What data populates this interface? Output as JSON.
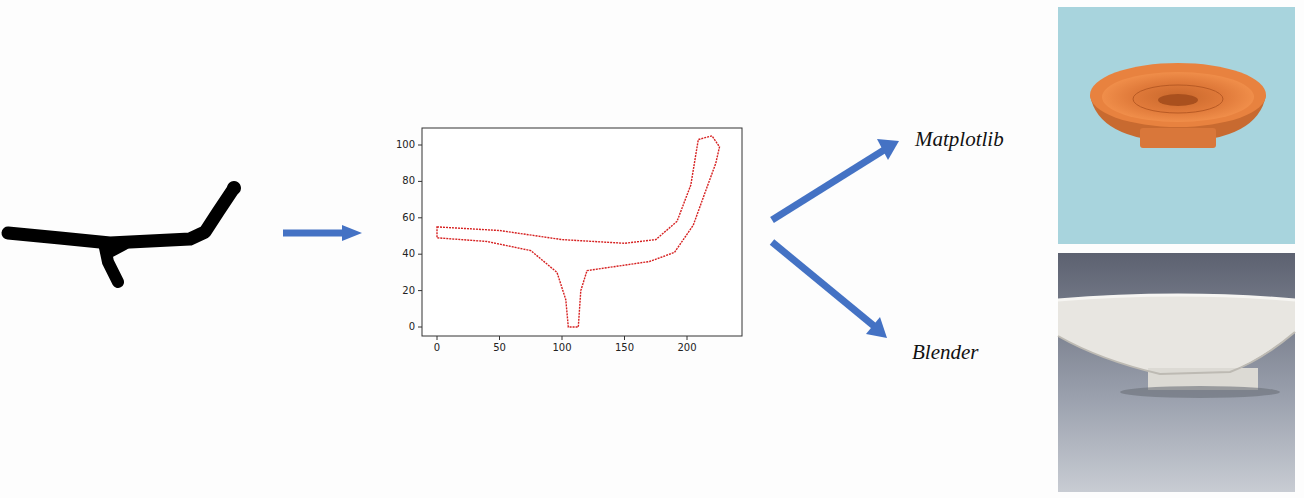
{
  "diagram": {
    "labels": [
      "100",
      "80",
      "60",
      "40",
      "20",
      "0",
      "0",
      "50",
      "100",
      "150",
      "200",
      "Matplotlib",
      "Blender"
    ]
  }
}
